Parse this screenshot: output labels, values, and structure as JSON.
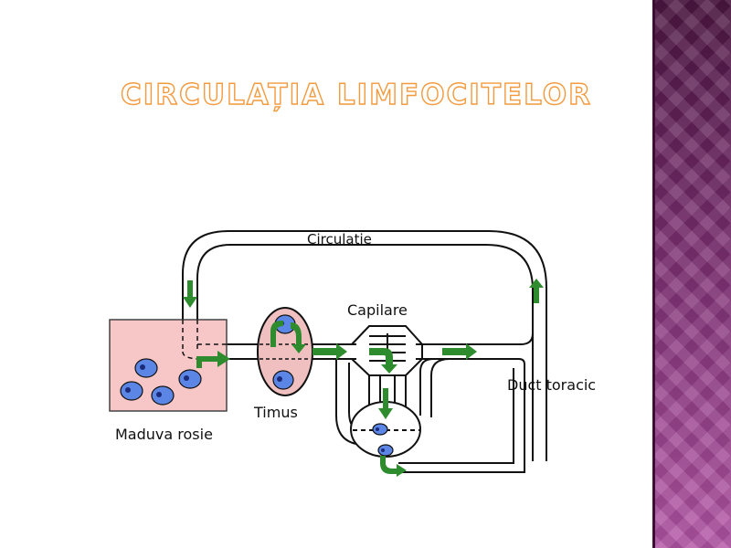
{
  "slide": {
    "title": "CIRCULAȚIA LIMFOCITELOR"
  },
  "diagram": {
    "labels": {
      "circulatie": "Circulatie",
      "capilare": "Capilare",
      "duct": "Duct toracic",
      "timus": "Timus",
      "maduva": "Maduva rosie"
    },
    "colors": {
      "arrow": "#2e8b2e",
      "marrow_fill": "#f7c6c6",
      "thymus_fill": "#f0c0c0",
      "cell_fill": "#5b86e5",
      "nucleus": "#1c2a7a",
      "side_band": "#8c3a82",
      "title_stroke": "#f39a3e"
    }
  }
}
